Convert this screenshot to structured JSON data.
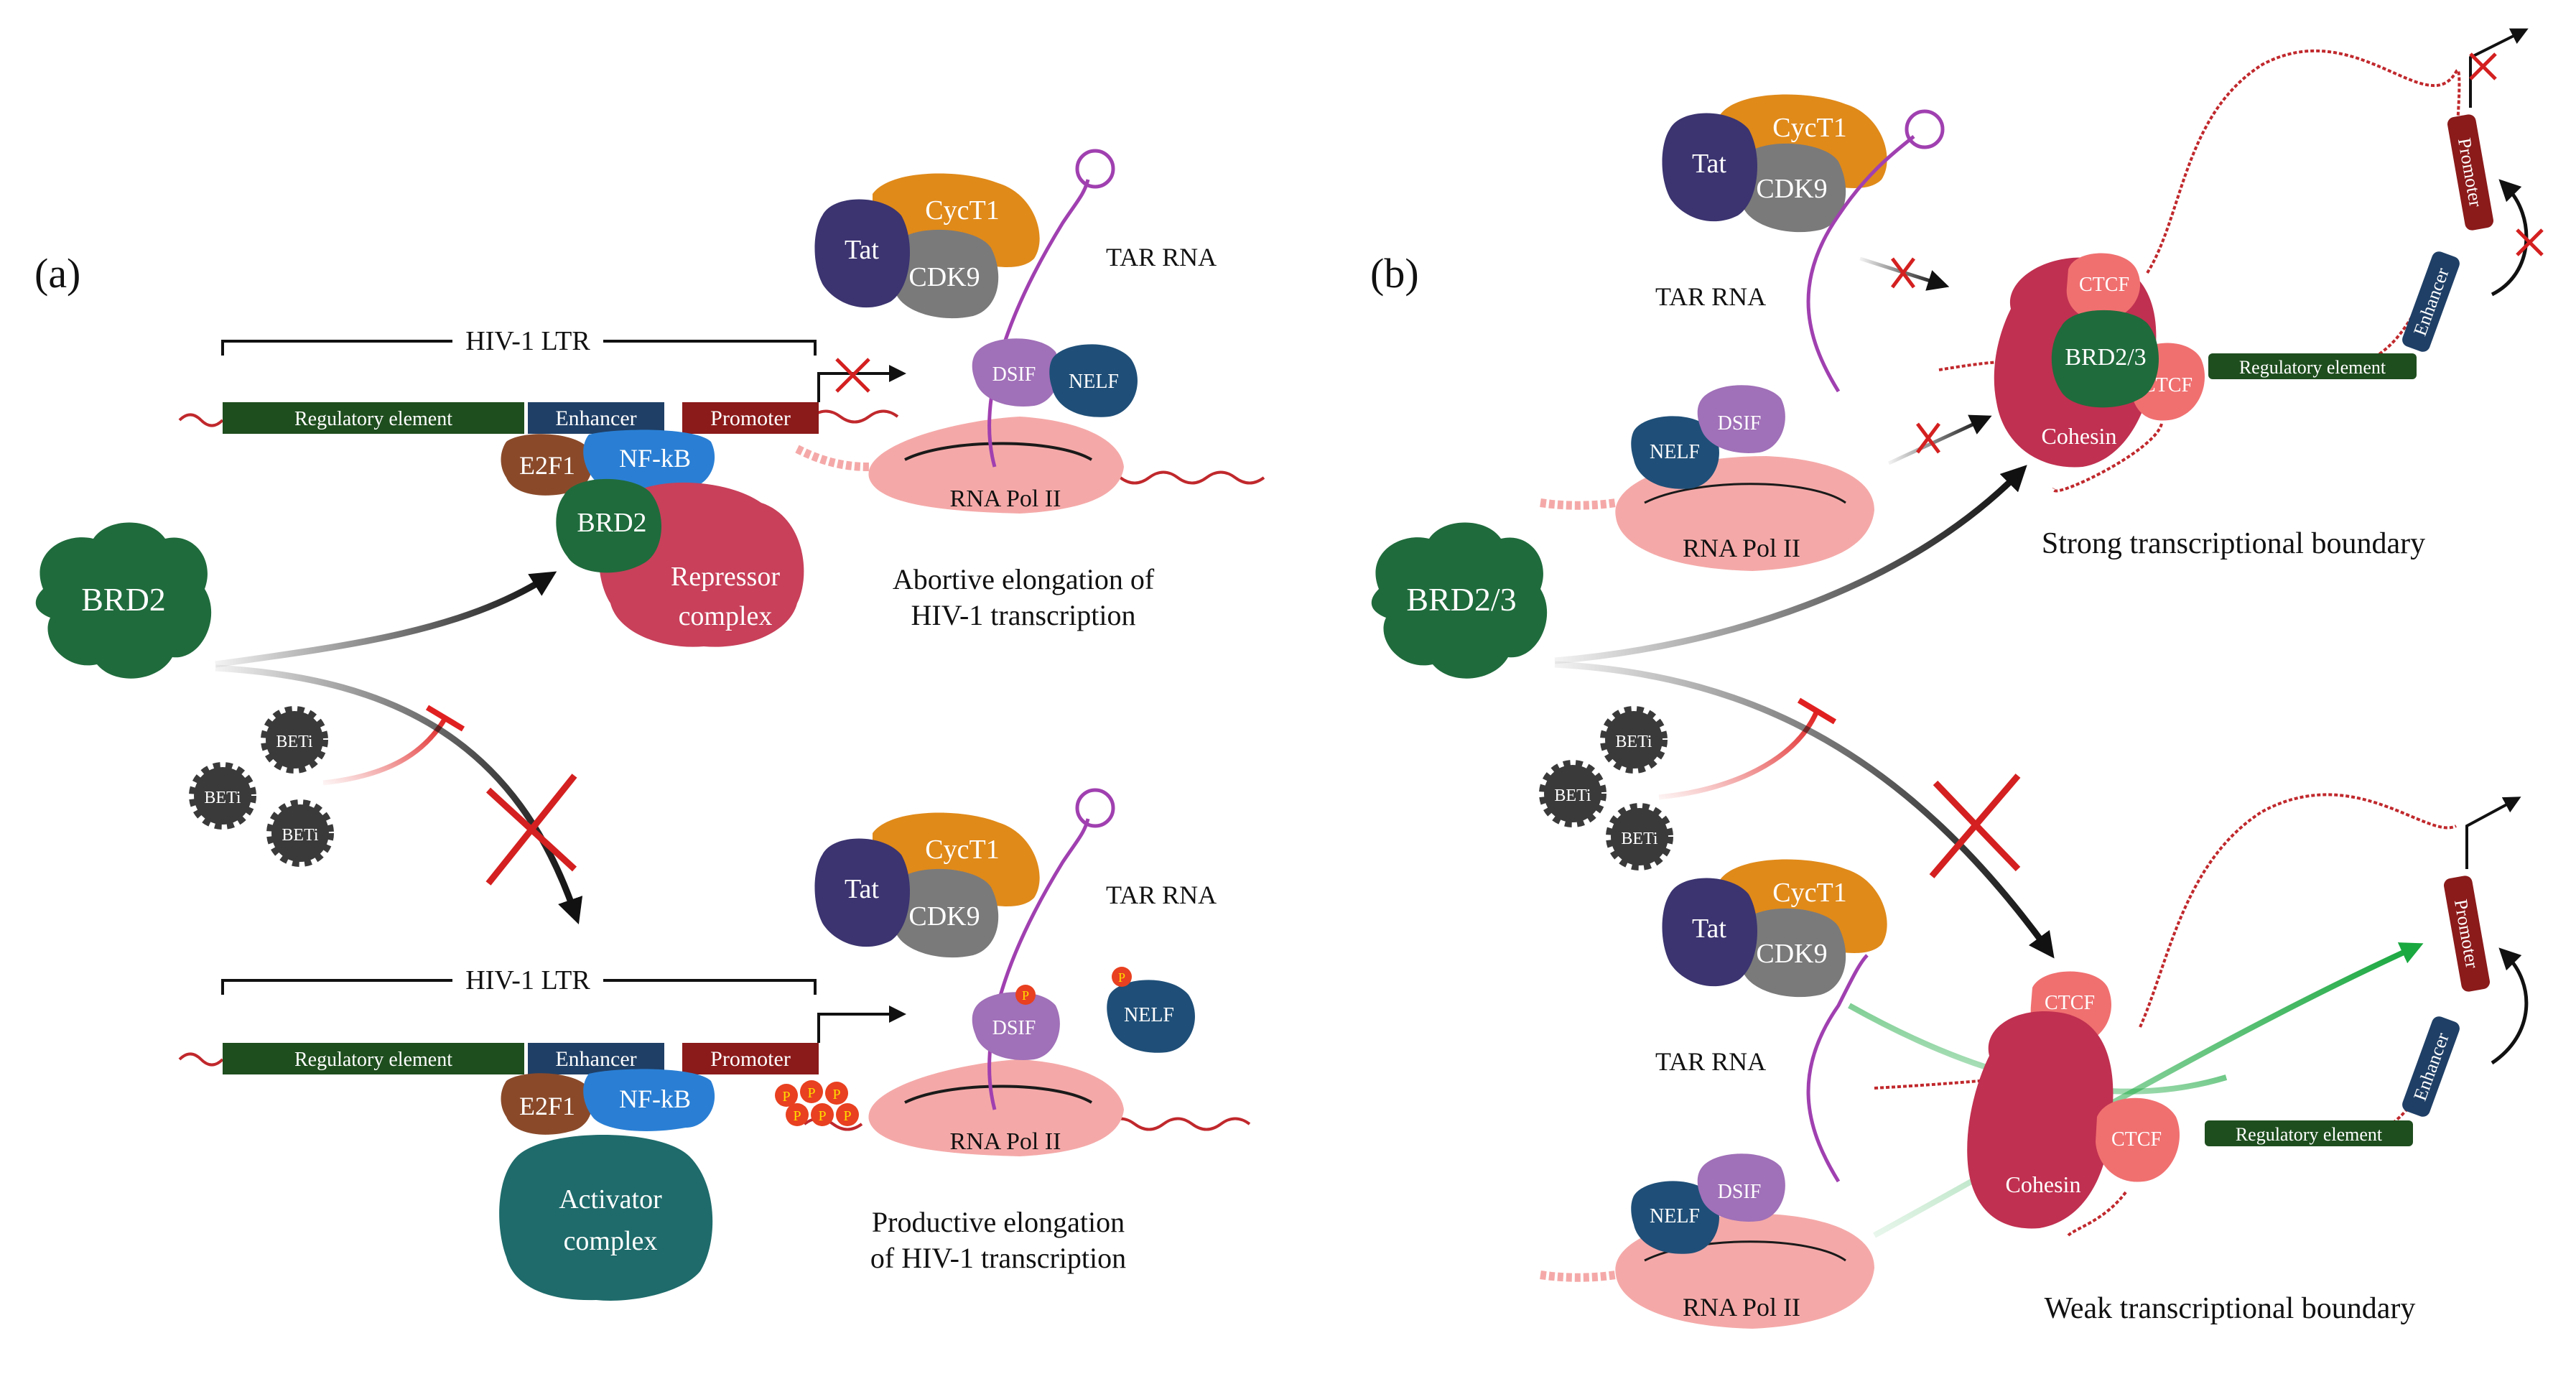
{
  "panel_a": {
    "letter": "(a)",
    "brd2": "BRD2",
    "beti": "BETi",
    "top": {
      "ltr": "HIV-1 LTR",
      "regulatory": "Regulatory element",
      "enhancer": "Enhancer",
      "promoter": "Promoter",
      "e2f1": "E2F1",
      "nfkb": "NF-kB",
      "brd2_bound": "BRD2",
      "complex_line1": "Repressor",
      "complex_line2": "complex",
      "tat": "Tat",
      "cyct1": "CycT1",
      "cdk9": "CDK9",
      "tar": "TAR RNA",
      "dsif": "DSIF",
      "nelf": "NELF",
      "polii": "RNA Pol II",
      "caption_line1": "Abortive elongation of",
      "caption_line2": "HIV-1 transcription"
    },
    "bottom": {
      "ltr": "HIV-1 LTR",
      "regulatory": "Regulatory element",
      "enhancer": "Enhancer",
      "promoter": "Promoter",
      "e2f1": "E2F1",
      "nfkb": "NF-kB",
      "complex_line1": "Activator",
      "complex_line2": "complex",
      "tat": "Tat",
      "cyct1": "CycT1",
      "cdk9": "CDK9",
      "tar": "TAR RNA",
      "dsif": "DSIF",
      "nelf": "NELF",
      "phospho": "P",
      "polii": "RNA Pol II",
      "caption_line1": "Productive elongation",
      "caption_line2": "of HIV-1 transcription"
    }
  },
  "panel_b": {
    "letter": "(b)",
    "brd23": "BRD2/3",
    "beti": "BETi",
    "top": {
      "tat": "Tat",
      "cyct1": "CycT1",
      "cdk9": "CDK9",
      "tar": "TAR RNA",
      "nelf": "NELF",
      "dsif": "DSIF",
      "polii": "RNA Pol II",
      "ctcf": "CTCF",
      "brd23_bound": "BRD2/3",
      "cohesin": "Cohesin",
      "regulatory": "Regulatory element",
      "enhancer": "Enhancer",
      "promoter": "Promoter",
      "caption": "Strong transcriptional boundary"
    },
    "bottom": {
      "tat": "Tat",
      "cyct1": "CycT1",
      "cdk9": "CDK9",
      "tar": "TAR RNA",
      "nelf": "NELF",
      "dsif": "DSIF",
      "polii": "RNA Pol II",
      "ctcf": "CTCF",
      "cohesin": "Cohesin",
      "regulatory": "Regulatory element",
      "enhancer": "Enhancer",
      "promoter": "Promoter",
      "caption": "Weak transcriptional boundary"
    }
  },
  "colors": {
    "brd": "#1f6b3c",
    "beti": "#3a3a3a",
    "regulatory": "#1e4d1e",
    "enhancer": "#1f3f66",
    "promoter": "#8b1a1a",
    "e2f1": "#8a4a2a",
    "nfkb": "#2a7fd4",
    "repressor": "#c8405a",
    "activator": "#1f6b6b",
    "tat": "#3b3470",
    "cyct1": "#e08a1a",
    "cdk9": "#7a7a7a",
    "dsif": "#a070b8",
    "nelf": "#1f4f78",
    "polii": "#f4a9a8",
    "tar": "#a040b0",
    "ctcf": "#f07070",
    "cohesin": "#c03050",
    "dna": "#c0282c",
    "inhibit": "#e02020",
    "activate_green": "#1aa840"
  }
}
